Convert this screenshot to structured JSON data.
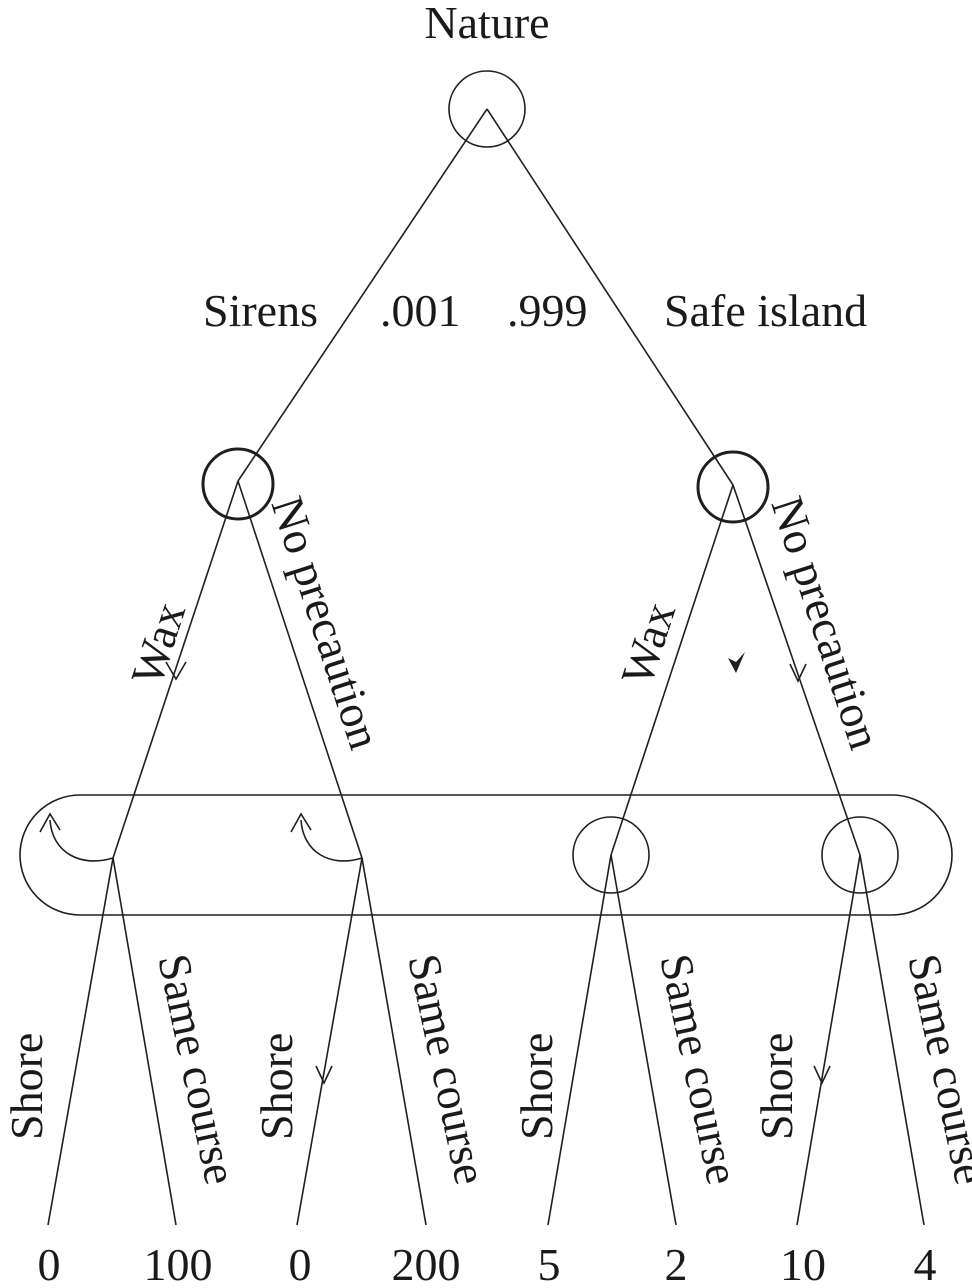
{
  "root": {
    "label": "Nature"
  },
  "nature_branches": {
    "left": {
      "label": "Sirens",
      "probability": ".001"
    },
    "right": {
      "label": "Safe island",
      "probability": ".999"
    }
  },
  "first_moves": {
    "wax": "Wax",
    "no_precaution": "No precaution"
  },
  "second_moves": {
    "shore": "Shore",
    "same_course": "Same course"
  },
  "payoffs": [
    "0",
    "100",
    "0",
    "200",
    "5",
    "2",
    "10",
    "4"
  ]
}
